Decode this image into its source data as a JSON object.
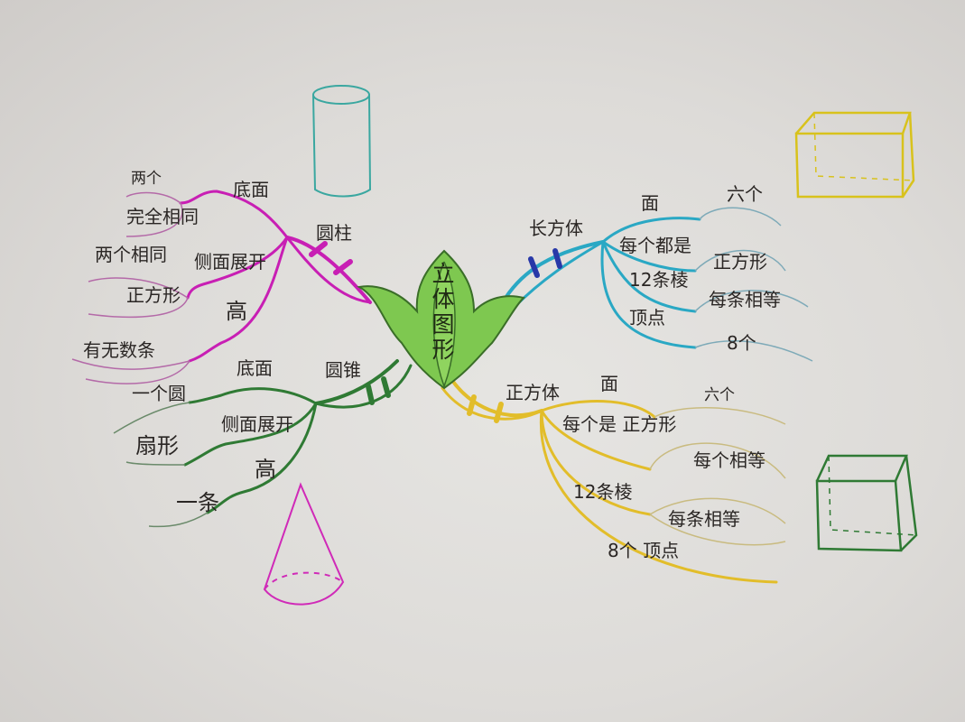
{
  "title": "立体图形",
  "colors": {
    "paper": "#dddbd8",
    "leaf": "#7ec850",
    "cylinder_branch": "#c81fb4",
    "cone_branch": "#2f7a34",
    "cuboid_branch": "#2aa8c4",
    "cube_branch": "#e2bd2a",
    "ink": "#2a2624"
  },
  "branches": {
    "cylinder": {
      "label": "圆柱",
      "bottom": {
        "label": "底面",
        "details": [
          "两个",
          "完全相同"
        ]
      },
      "side": {
        "label": "侧面展开",
        "details": [
          "两个相同",
          "正方形"
        ]
      },
      "height": {
        "label": "高",
        "details": [
          "有无数条"
        ]
      }
    },
    "cone": {
      "label": "圆锥",
      "bottom": {
        "label": "底面",
        "details": [
          "一个圆"
        ]
      },
      "side": {
        "label": "侧面展开",
        "details": [
          "扇形"
        ]
      },
      "height": {
        "label": "高",
        "details": [
          "一条"
        ]
      }
    },
    "cuboid": {
      "label": "长方体",
      "face": {
        "label": "面",
        "details": [
          "六个"
        ]
      },
      "face_shape": {
        "label": "每个都是",
        "details": [
          "正方形"
        ]
      },
      "edge": {
        "label": "12条棱",
        "details": [
          "每条相等"
        ]
      },
      "vertex": {
        "label": "顶点",
        "details": [
          "8个"
        ]
      }
    },
    "cube": {
      "label": "正方体",
      "face": {
        "label": "面",
        "details": [
          "六个"
        ]
      },
      "face_shape": {
        "label": "每个是 正方形",
        "details": [
          "每个相等"
        ]
      },
      "edge": {
        "label": "12条棱",
        "details": [
          "每条相等"
        ]
      },
      "vertex": {
        "label": "8个 顶点",
        "details": []
      }
    }
  },
  "illustrations": [
    {
      "name": "cylinder",
      "color": "#3aa7a0"
    },
    {
      "name": "cone",
      "color": "#d02ab8"
    },
    {
      "name": "cuboid",
      "color": "#d8c21c"
    },
    {
      "name": "cube",
      "color": "#2f7a34"
    }
  ]
}
